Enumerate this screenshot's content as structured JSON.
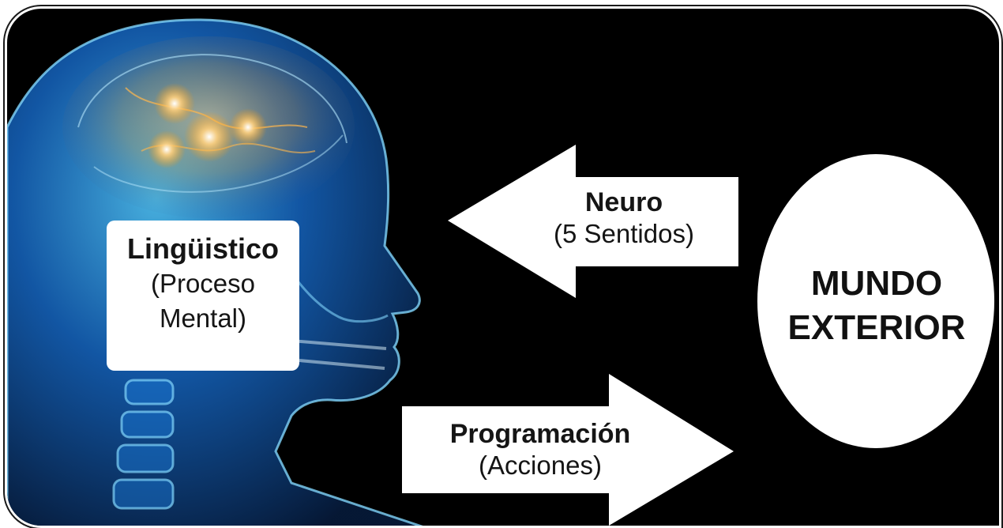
{
  "labels": {
    "linguistic_title": "Lingüistico",
    "linguistic_sub_1": "(Proceso",
    "linguistic_sub_2": "Mental)",
    "neuro_title": "Neuro",
    "neuro_sub": "(5 Sentidos)",
    "programming_title": "Programación",
    "programming_sub": "(Acciones)",
    "world_line_1": "MUNDO",
    "world_line_2": "EXTERIOR"
  },
  "colors": {
    "background": "#000000",
    "head_glow": "#1e88e5",
    "brain_light": "#ffb74d",
    "shapes": "#ffffff"
  },
  "icons": {
    "head": "human-head-xray-icon",
    "left_arrow": "arrow-left-icon",
    "right_arrow": "arrow-right-icon"
  }
}
